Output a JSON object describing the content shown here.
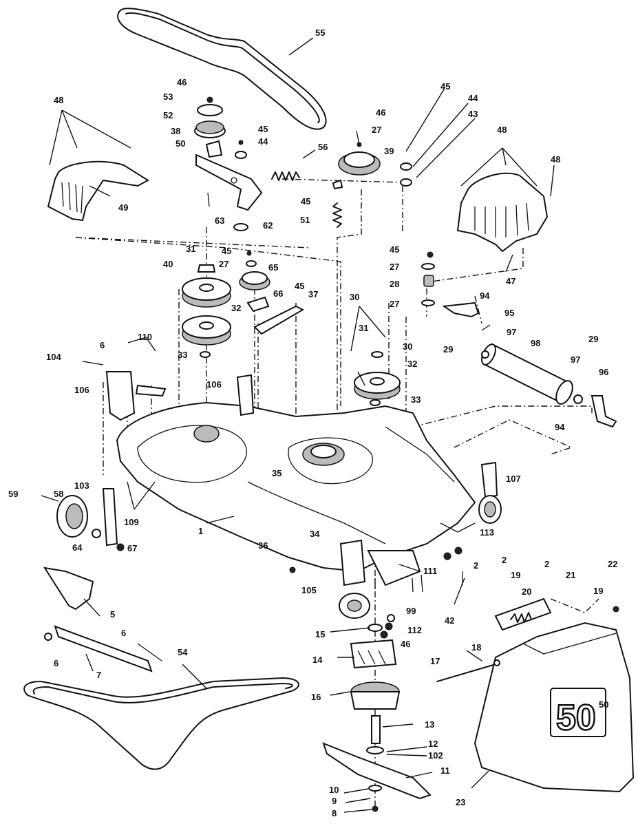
{
  "hood_badge": {
    "number": "50",
    "superscript": "50"
  },
  "callouts": [
    "55",
    "46",
    "53",
    "52",
    "38",
    "50",
    "45",
    "44",
    "56",
    "46",
    "27",
    "39",
    "45",
    "44",
    "43",
    "48",
    "49",
    "48",
    "48",
    "47",
    "63",
    "62",
    "45",
    "51",
    "45",
    "27",
    "28",
    "27",
    "31",
    "40",
    "45",
    "27",
    "65",
    "66",
    "45",
    "37",
    "32",
    "33",
    "94",
    "95",
    "6",
    "110",
    "104",
    "106",
    "106",
    "30",
    "31",
    "30",
    "32",
    "29",
    "97",
    "98",
    "29",
    "97",
    "96",
    "33",
    "94",
    "35",
    "107",
    "59",
    "58",
    "103",
    "109",
    "1",
    "64",
    "67",
    "34",
    "113",
    "36",
    "2",
    "105",
    "111",
    "2",
    "19",
    "2",
    "21",
    "19",
    "22",
    "20",
    "99",
    "42",
    "5",
    "15",
    "112",
    "46",
    "6",
    "6",
    "7",
    "54",
    "14",
    "18",
    "17",
    "16",
    "13",
    "12",
    "102",
    "11",
    "10",
    "9",
    "8",
    "23"
  ]
}
